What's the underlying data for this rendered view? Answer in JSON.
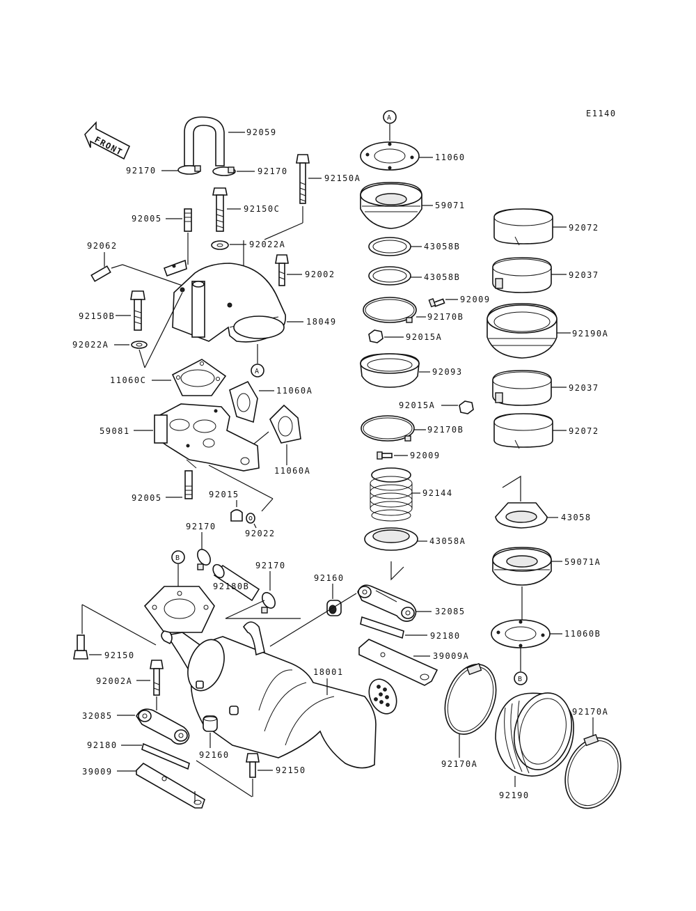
{
  "diagram_code": "E1140",
  "front_label": "FRONT",
  "ref_marks": {
    "a": "A",
    "b": "B"
  },
  "labels": {
    "p92059": "92059",
    "p92170_l": "92170",
    "p92170_r": "92170",
    "p92150a": "92150A",
    "p92150c": "92150C",
    "p92005_top": "92005",
    "p92022a_top": "92022A",
    "p92062": "92062",
    "p92002": "92002",
    "p92150b": "92150B",
    "p18049": "18049",
    "p92022a_mid": "92022A",
    "p11060c": "11060C",
    "p11060a_1": "11060A",
    "p59081": "59081",
    "p11060a_2": "11060A",
    "p92005_bot": "92005",
    "p92015": "92015",
    "p92022": "92022",
    "p92170_mid": "92170",
    "p92180b": "92180B",
    "p92170_mid2": "92170",
    "p92160_top": "92160",
    "p32085_top": "32085",
    "p92180_top": "92180",
    "p39009a": "39009A",
    "p92150_left": "92150",
    "p92002a": "92002A",
    "p18001": "18001",
    "p32085_bot": "32085",
    "p92180_bot": "92180",
    "p92160_bot": "92160",
    "p39009": "39009",
    "p92150_bot": "92150",
    "p11060": "11060",
    "p59071": "59071",
    "p43058b_1": "43058B",
    "p43058b_2": "43058B",
    "p92009_top": "92009",
    "p92170b_1": "92170B",
    "p92015a_1": "92015A",
    "p92093": "92093",
    "p92015a_2": "92015A",
    "p92170b_2": "92170B",
    "p92009_bot": "92009",
    "p92144": "92144",
    "p43058a": "43058A",
    "p92072_top": "92072",
    "p92037_top": "92037",
    "p92190a": "92190A",
    "p92037_bot": "92037",
    "p92072_bot": "92072",
    "p43058": "43058",
    "p59071a": "59071A",
    "p11060b": "11060B",
    "p92170a_l": "92170A",
    "p92170a_r": "92170A",
    "p92190": "92190"
  }
}
